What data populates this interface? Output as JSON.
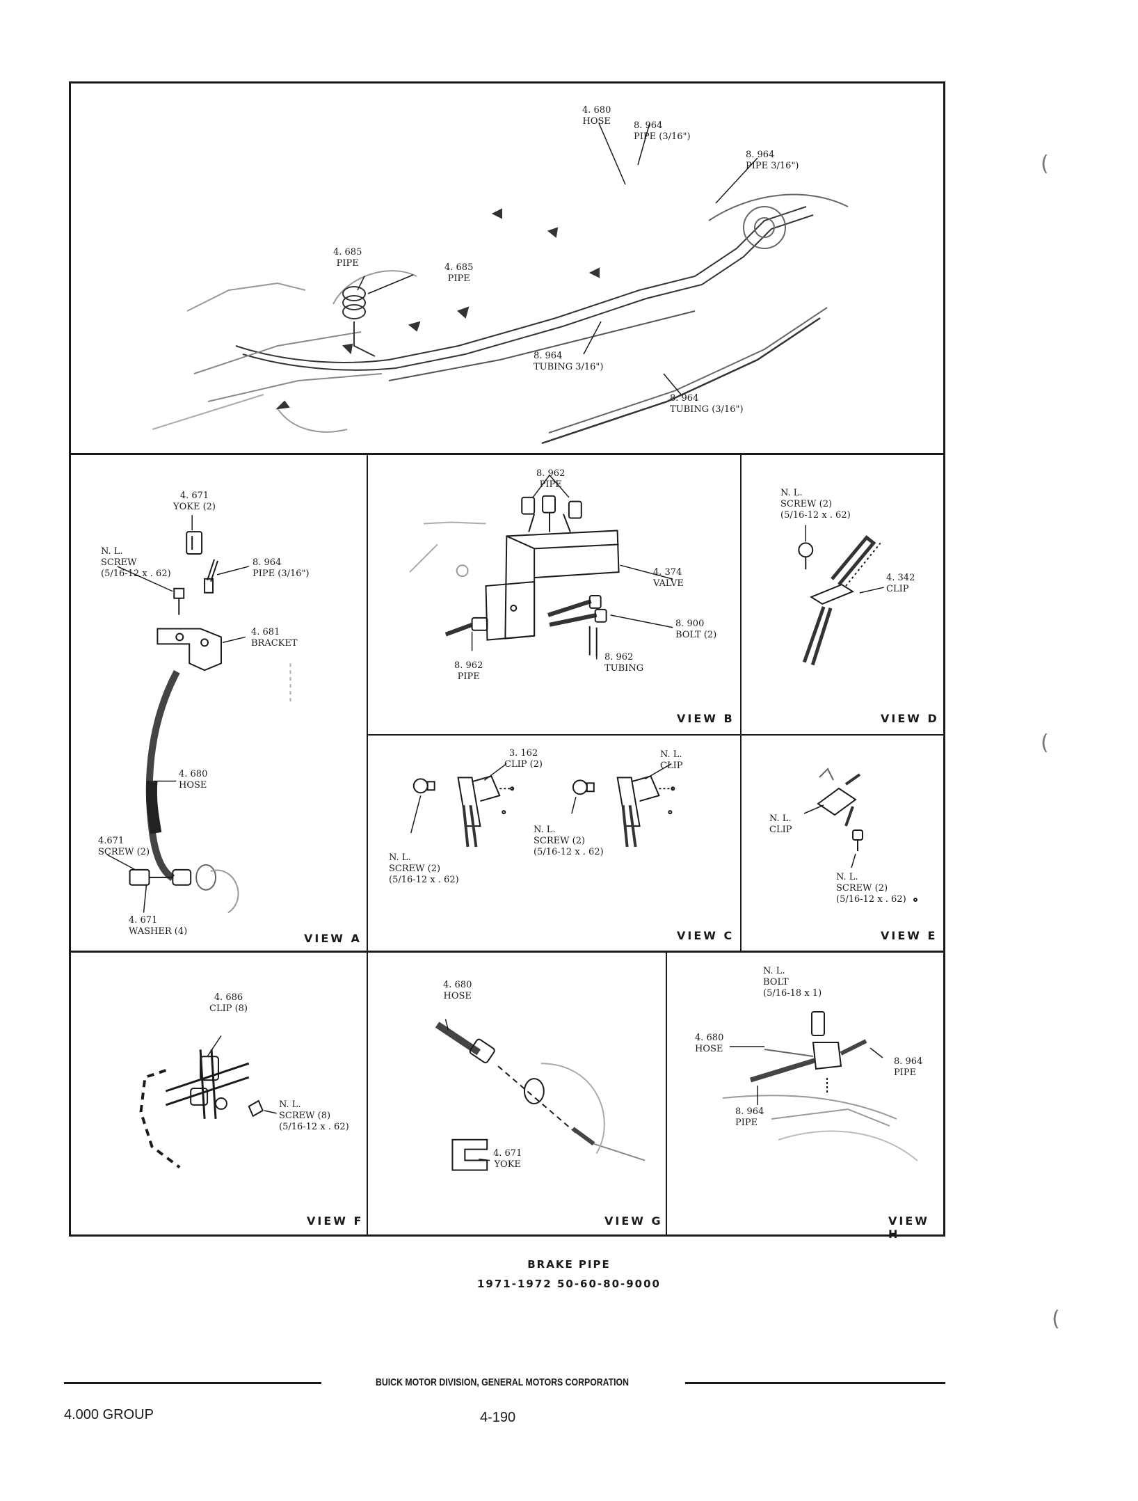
{
  "main_view": {
    "labels": {
      "hose_4680": [
        "4. 680",
        "HOSE"
      ],
      "pipe_8964_a": [
        "8. 964",
        "PIPE (3/16\")"
      ],
      "pipe_8964_b": [
        "8. 964",
        "PIPE 3/16\")"
      ],
      "pipe_4685_a": [
        "4. 685",
        "PIPE"
      ],
      "pipe_4685_b": [
        "4. 685",
        "PIPE"
      ],
      "tubing_8964_a": [
        "8. 964",
        "TUBING 3/16\")"
      ],
      "tubing_8964_b": [
        "8. 964",
        "TUBING (3/16\")"
      ]
    }
  },
  "view_a": {
    "title": "VIEW A",
    "labels": {
      "yoke": [
        "4. 671",
        "YOKE (2)"
      ],
      "screw": [
        "N. L.",
        "SCREW",
        "(5/16-12 x . 62)"
      ],
      "pipe": [
        "8. 964",
        "PIPE (3/16\")"
      ],
      "bracket": [
        "4. 681",
        "BRACKET"
      ],
      "hose": [
        "4. 680",
        "HOSE"
      ],
      "screw2": [
        "4.671",
        "SCREW (2)"
      ],
      "washer": [
        "4. 671",
        "WASHER (4)"
      ]
    }
  },
  "view_b": {
    "title": "VIEW B",
    "labels": {
      "pipe_top": [
        "8. 962",
        "PIPE"
      ],
      "valve": [
        "4. 374",
        "VALVE"
      ],
      "bolt": [
        "8. 900",
        "BOLT (2)"
      ],
      "pipe_bottom": [
        "8. 962",
        "PIPE"
      ],
      "tubing": [
        "8. 962",
        "TUBING"
      ]
    }
  },
  "view_c": {
    "title": "VIEW C",
    "labels": {
      "clip_left": [
        "3. 162",
        "CLIP (2)"
      ],
      "clip_right": [
        "N. L.",
        "CLIP"
      ],
      "screw_mid": [
        "N. L.",
        "SCREW (2)",
        "(5/16-12 x . 62)"
      ],
      "screw_left": [
        "N. L.",
        "SCREW (2)",
        "(5/16-12 x . 62)"
      ]
    }
  },
  "view_d": {
    "title": "VIEW D",
    "labels": {
      "screw": [
        "N. L.",
        "SCREW (2)",
        "(5/16-12 x . 62)"
      ],
      "clip": [
        "4. 342",
        "CLIP"
      ]
    }
  },
  "view_e": {
    "title": "VIEW E",
    "labels": {
      "clip": [
        "N. L.",
        "CLIP"
      ],
      "screw": [
        "N. L.",
        "SCREW (2)",
        "(5/16-12 x . 62)"
      ]
    }
  },
  "view_f": {
    "title": "VIEW F",
    "labels": {
      "clip": [
        "4. 686",
        "CLIP (8)"
      ],
      "screw": [
        "N. L.",
        "SCREW (8)",
        "(5/16-12 x . 62)"
      ]
    }
  },
  "view_g": {
    "title": "VIEW G",
    "labels": {
      "hose": [
        "4. 680",
        "HOSE"
      ],
      "yoke": [
        "4. 671",
        "YOKE"
      ]
    }
  },
  "view_h": {
    "title": "VIEW H",
    "labels": {
      "bolt": [
        "N. L.",
        "BOLT",
        "(5/16-18 x 1)"
      ],
      "hose": [
        "4. 680",
        "HOSE"
      ],
      "pipe_right": [
        "8. 964",
        "PIPE"
      ],
      "pipe_bottom": [
        "8. 964",
        "PIPE"
      ]
    }
  },
  "caption": {
    "title": "BRAKE PIPE",
    "subtitle": "1971-1972 50-60-80-9000"
  },
  "footer": {
    "division": "BUICK MOTOR DIVISION, GENERAL MOTORS CORPORATION",
    "group": "4.000 GROUP",
    "page": "4-190"
  }
}
